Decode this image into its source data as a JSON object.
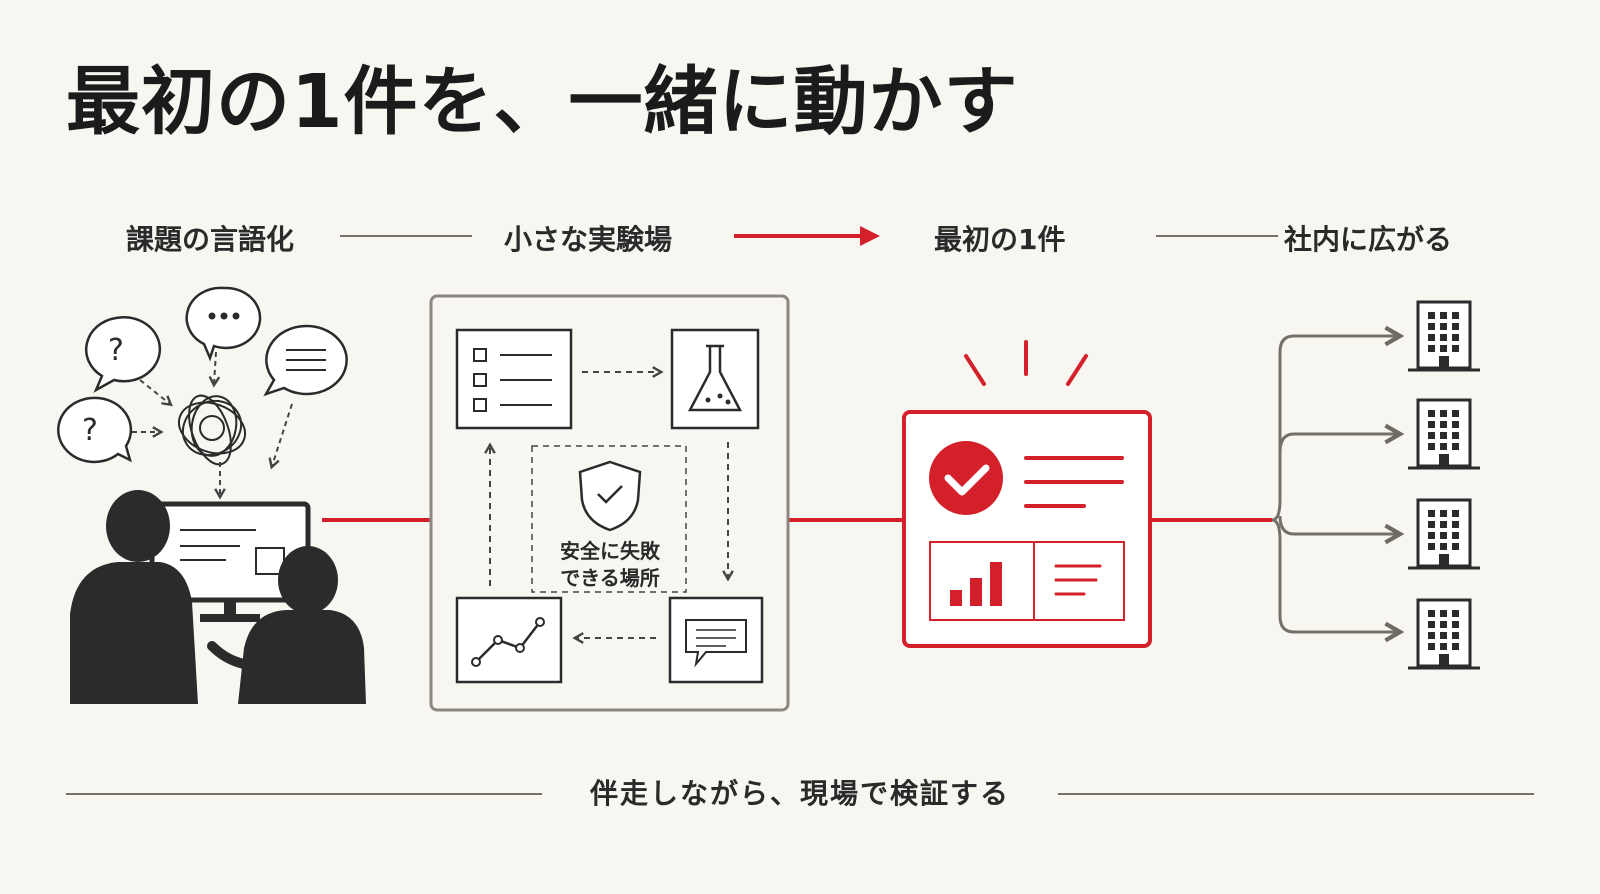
{
  "title": "最初の1件を、一緒に動かす",
  "stages": [
    "課題の言語化",
    "小さな実験場",
    "最初の1件",
    "社内に広がる"
  ],
  "safe_place_label": [
    "安全に失敗",
    "できる場所"
  ],
  "footer_caption": "伴走しながら、現場で検証する",
  "colors": {
    "accent": "#d3202a",
    "ink": "#2b2b2b",
    "line": "#777068",
    "background": "#f8f6f1"
  },
  "icons": [
    "people-at-computer-icon",
    "question-bubble-icon",
    "ellipsis-bubble-icon",
    "text-bubble-icon",
    "tangled-thought-icon",
    "checklist-icon",
    "flask-icon",
    "shield-check-icon",
    "line-chart-icon",
    "message-icon",
    "check-badge-icon",
    "bar-chart-icon",
    "building-icon"
  ]
}
